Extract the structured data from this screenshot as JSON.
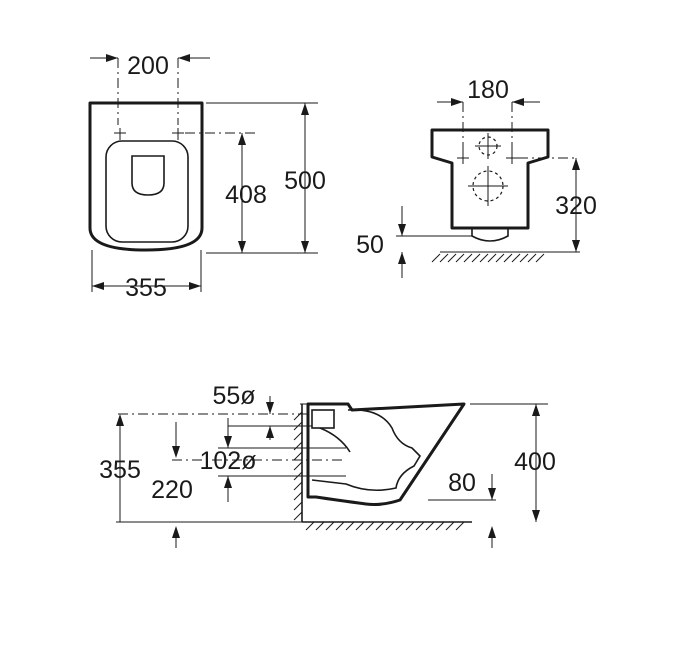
{
  "top_view": {
    "dim_width_top": "200",
    "dim_width_bottom": "355",
    "dim_fixing_depth": "408",
    "dim_total_length": "500"
  },
  "front_view": {
    "dim_fixing_spacing": "180",
    "dim_fixing_height": "320",
    "dim_floor_clearance": "50"
  },
  "side_view": {
    "dim_inlet_diameter": "55ø",
    "dim_outlet_diameter": "102ø",
    "dim_inlet_height": "355",
    "dim_outlet_height": "220",
    "dim_total_height": "400",
    "dim_rim_drop": "80"
  }
}
